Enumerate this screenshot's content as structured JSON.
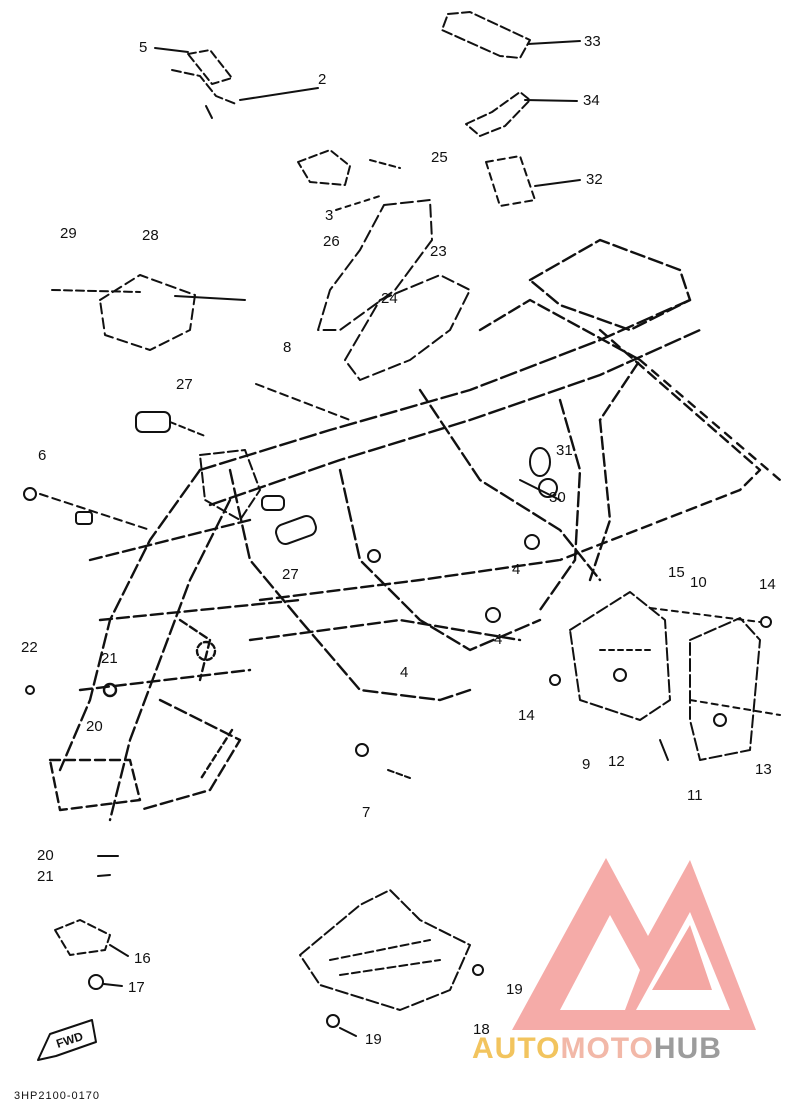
{
  "diagram": {
    "callouts": [
      {
        "id": "c5",
        "text": "5"
      },
      {
        "id": "c2",
        "text": "2"
      },
      {
        "id": "c33",
        "text": "33"
      },
      {
        "id": "c34",
        "text": "34"
      },
      {
        "id": "c25",
        "text": "25"
      },
      {
        "id": "c32",
        "text": "32"
      },
      {
        "id": "c3",
        "text": "3"
      },
      {
        "id": "c26",
        "text": "26"
      },
      {
        "id": "c29",
        "text": "29"
      },
      {
        "id": "c28",
        "text": "28"
      },
      {
        "id": "c23",
        "text": "23"
      },
      {
        "id": "c24",
        "text": "24"
      },
      {
        "id": "c8",
        "text": "8"
      },
      {
        "id": "c27a",
        "text": "27"
      },
      {
        "id": "c6",
        "text": "6"
      },
      {
        "id": "c31",
        "text": "31"
      },
      {
        "id": "c30",
        "text": "30"
      },
      {
        "id": "c4a",
        "text": "4"
      },
      {
        "id": "c27b",
        "text": "27"
      },
      {
        "id": "c15",
        "text": "15"
      },
      {
        "id": "c10",
        "text": "10"
      },
      {
        "id": "c14a",
        "text": "14"
      },
      {
        "id": "c22",
        "text": "22"
      },
      {
        "id": "c21a",
        "text": "21"
      },
      {
        "id": "c4b",
        "text": "4"
      },
      {
        "id": "c4c",
        "text": "4"
      },
      {
        "id": "c14b",
        "text": "14"
      },
      {
        "id": "c20a",
        "text": "20"
      },
      {
        "id": "c9",
        "text": "9"
      },
      {
        "id": "c12",
        "text": "12"
      },
      {
        "id": "c13",
        "text": "13"
      },
      {
        "id": "c11",
        "text": "11"
      },
      {
        "id": "c7",
        "text": "7"
      },
      {
        "id": "c20b",
        "text": "20"
      },
      {
        "id": "c21b",
        "text": "21"
      },
      {
        "id": "c16",
        "text": "16"
      },
      {
        "id": "c17",
        "text": "17"
      },
      {
        "id": "c19a",
        "text": "19"
      },
      {
        "id": "c19b",
        "text": "19"
      },
      {
        "id": "c18",
        "text": "18"
      }
    ],
    "fwd_label": "FWD",
    "diagram_code": "3HP2100-0170"
  },
  "watermark": {
    "brand_parts": [
      "AUTO",
      "MOTO",
      "HUB"
    ],
    "colors": {
      "logo": "#f4a7a3",
      "auto": "#f2c45e",
      "moto": "#f2b8a8",
      "hub": "#9c9c9c"
    }
  },
  "colors": {
    "ink": "#111111",
    "background": "#ffffff"
  }
}
